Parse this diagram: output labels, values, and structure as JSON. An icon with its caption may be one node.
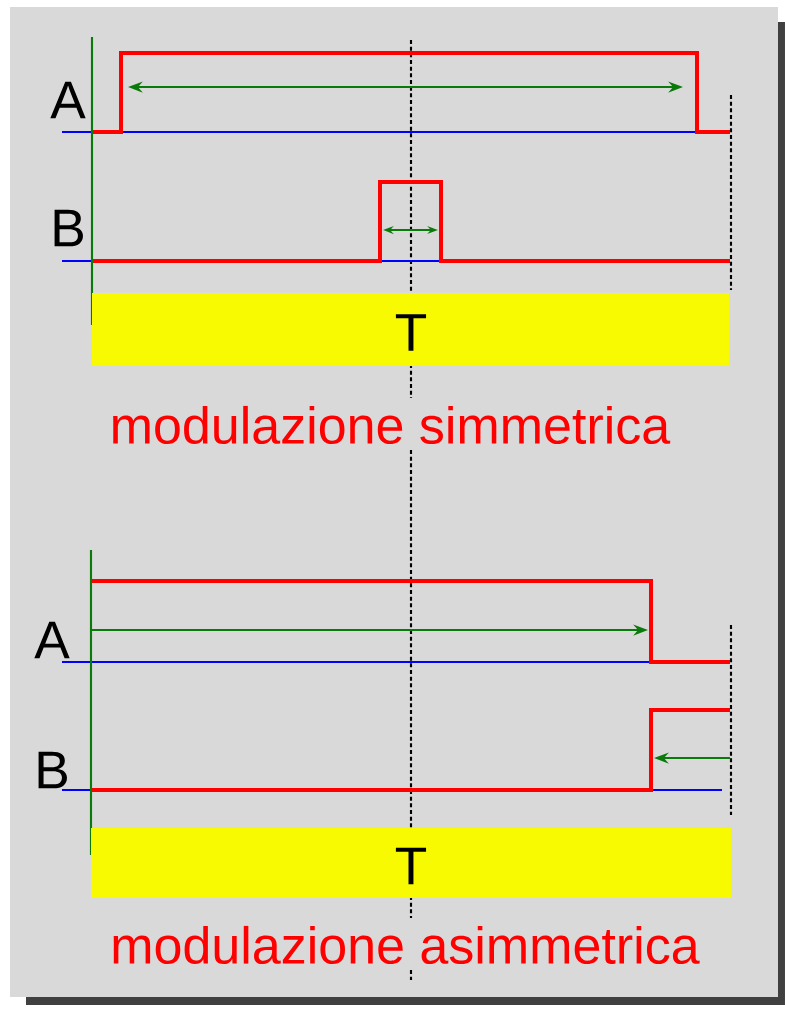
{
  "diagram": {
    "nodes": [
      {
        "text": [
          "T"
        ]
      },
      {
        "text": [
          "T"
        ]
      }
    ],
    "labels": [
      "A",
      "B",
      "modulazione simmetrica",
      "A",
      "B",
      "modulazione asimmetrica"
    ]
  }
}
